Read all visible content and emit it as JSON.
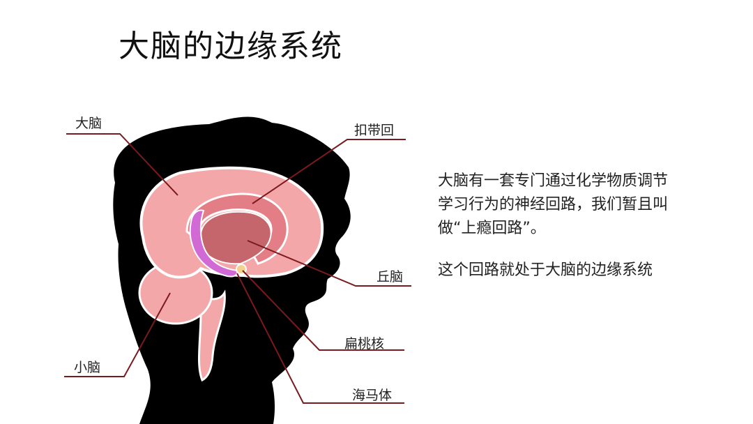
{
  "slide": {
    "title": "大脑的边缘系统"
  },
  "labels": {
    "cerebrum": "大脑",
    "cingulate": "扣带回",
    "thalamus": "丘脑",
    "amygdala": "扁桃核",
    "cerebellum": "小脑",
    "hippocampus": "海马体"
  },
  "body_text": {
    "line1": "大脑有一套专门通过化学物质调节",
    "line2": "学习行为的神经回路，我们暂且叫",
    "line3": "做“上瘾回路”。",
    "line4": "这个回路就处于大脑的边缘系统"
  },
  "colors": {
    "silhouette": "#000000",
    "cerebrum": "#f4a7a8",
    "cingulate": "#e47e86",
    "thalamus": "#c4666c",
    "hippocampus": "#d16ad4",
    "amygdala": "#f2d28e",
    "leader_line": "#7a1a1e"
  }
}
